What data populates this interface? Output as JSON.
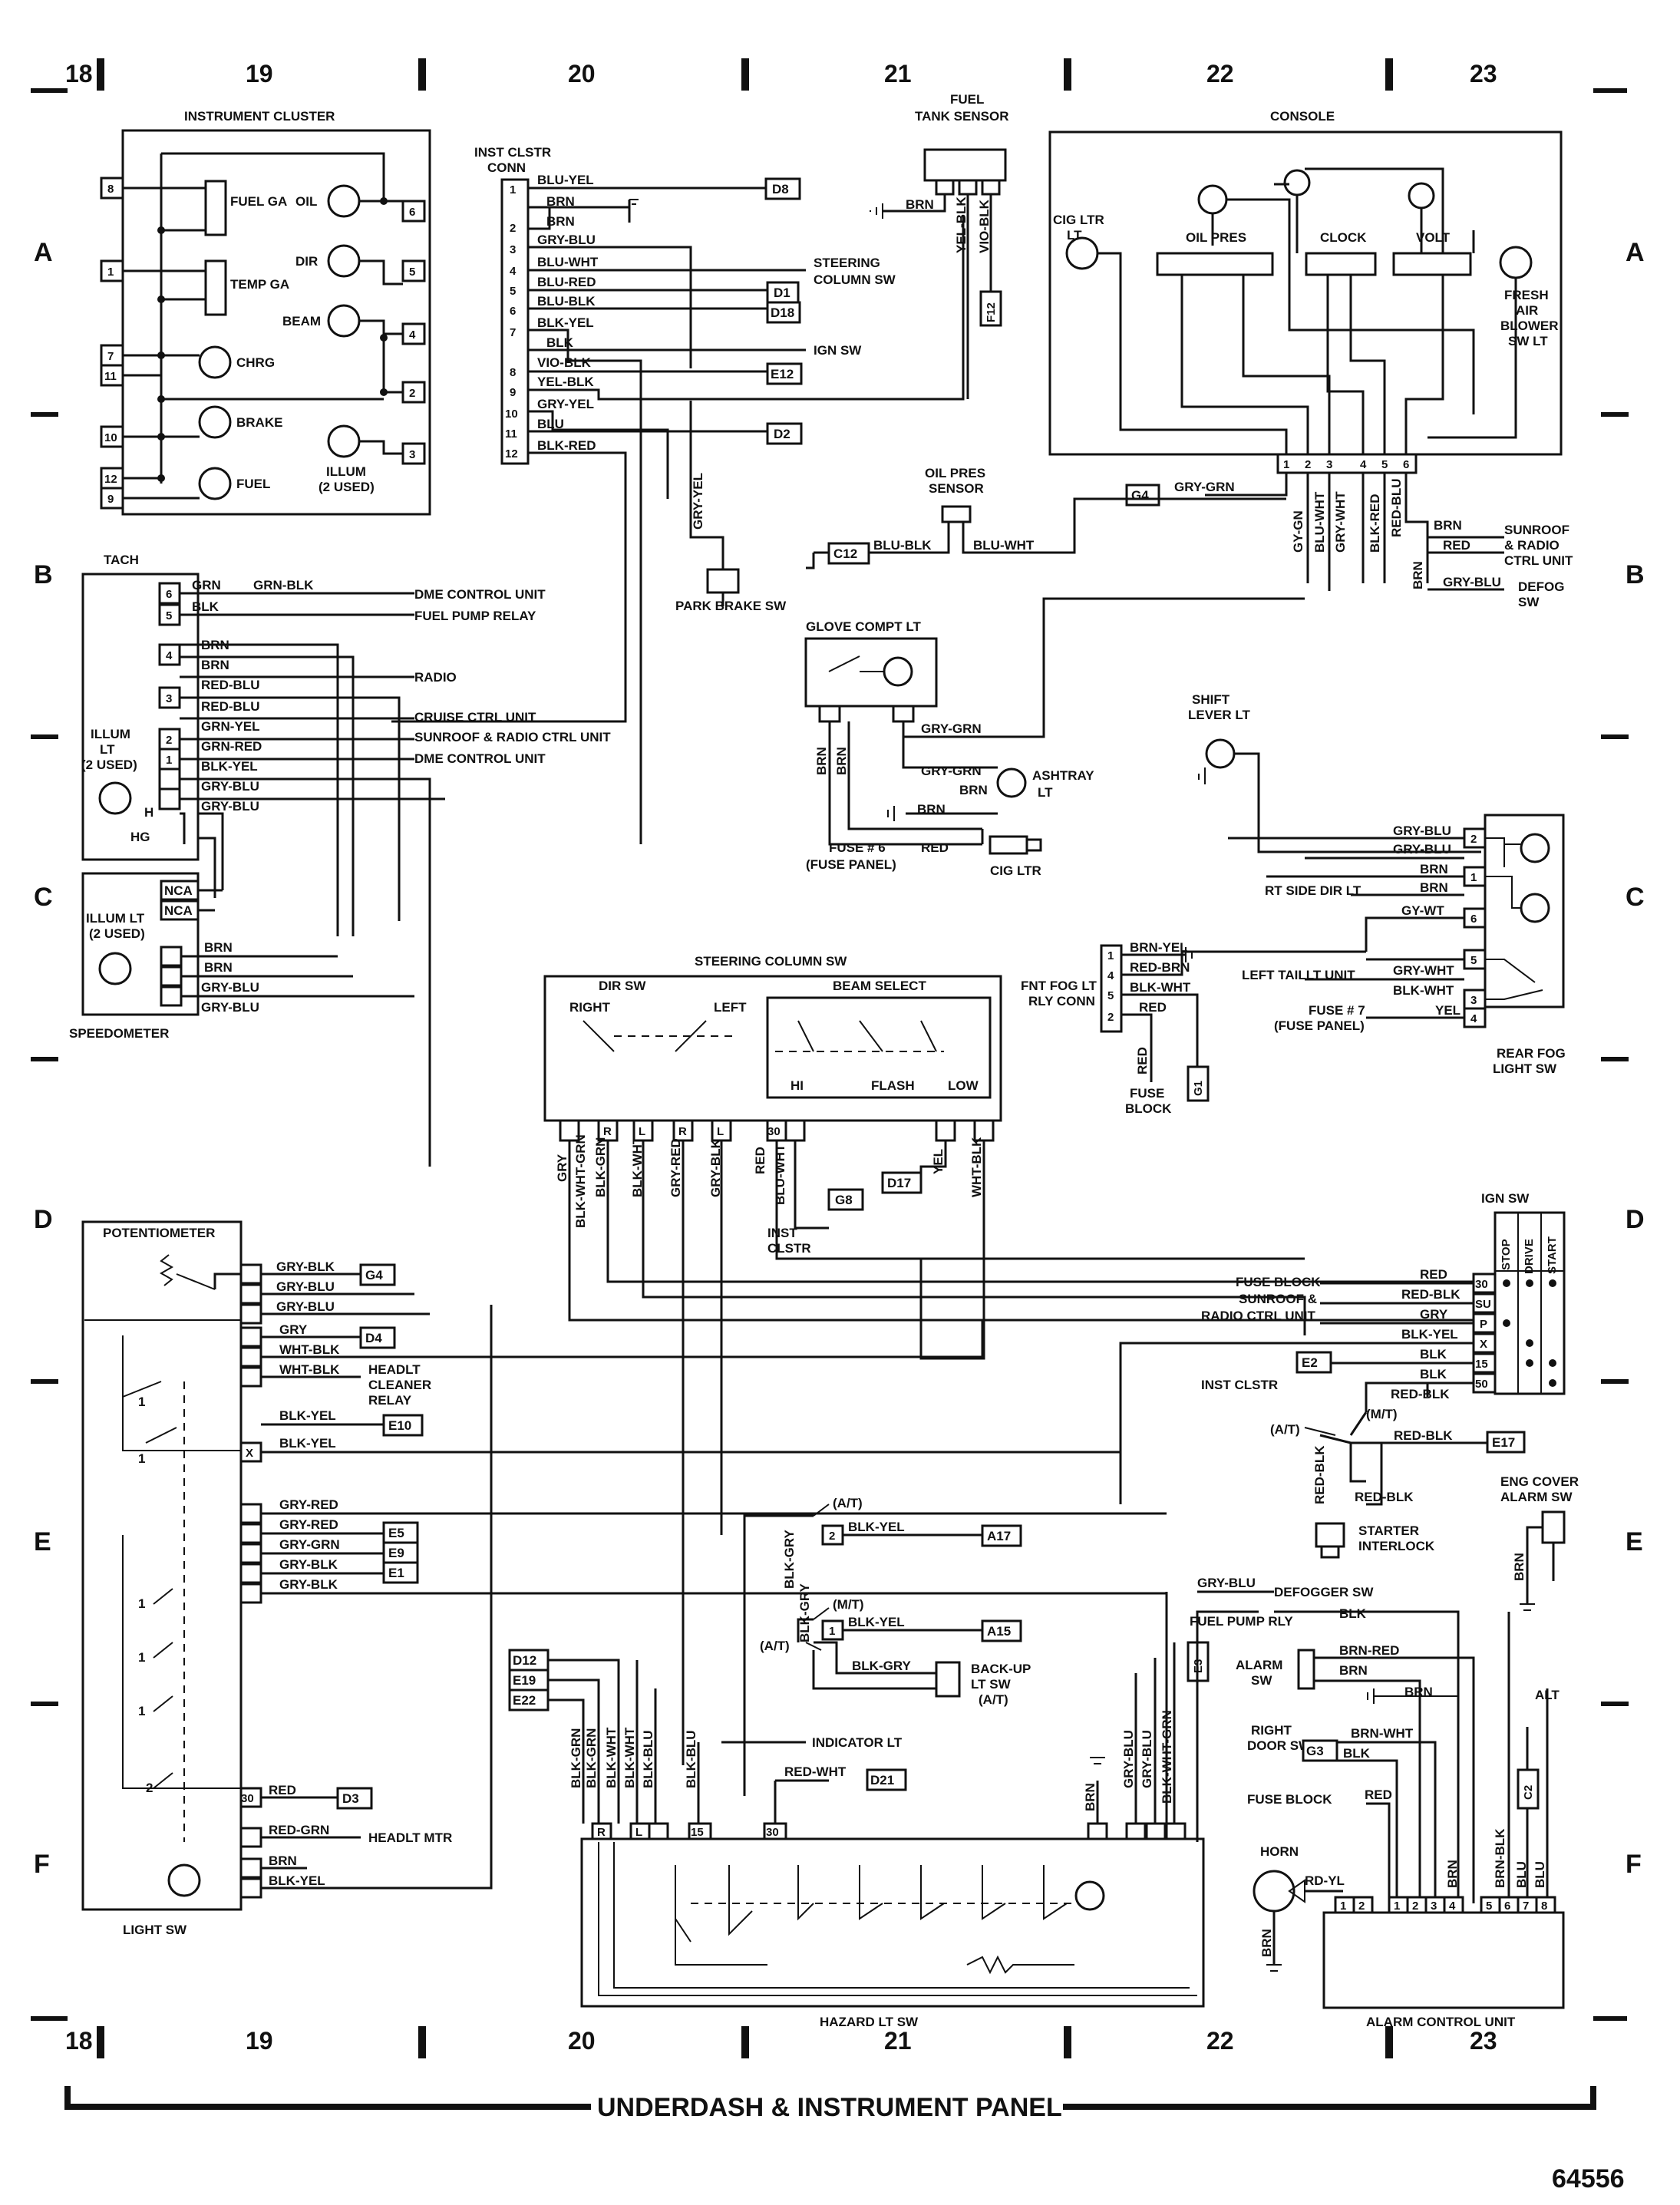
{
  "grid": {
    "columns": [
      "18",
      "19",
      "20",
      "21",
      "22",
      "23"
    ],
    "rows": [
      "A",
      "B",
      "C",
      "D",
      "E",
      "F"
    ]
  },
  "footer": {
    "title": "UNDERDASH & INSTRUMENT PANEL",
    "figure_number": "64556"
  },
  "components": {
    "instrument_cluster": {
      "title": "INSTRUMENT CLUSTER",
      "pins": [
        "8",
        "1",
        "7",
        "11",
        "10",
        "12",
        "9",
        "6",
        "5",
        "4",
        "2",
        "3"
      ],
      "items": [
        "FUEL GA",
        "TEMP GA",
        "CHRG",
        "BRAKE",
        "FUEL",
        "OIL",
        "DIR",
        "BEAM",
        "ILLUM",
        "(2 USED)"
      ]
    },
    "inst_clstr_conn": {
      "title": [
        "INST CLSTR",
        "CONN"
      ],
      "pins": [
        "1",
        "2",
        "3",
        "4",
        "5",
        "6",
        "7",
        "8",
        "9",
        "10",
        "11",
        "12"
      ],
      "wires": [
        "BLU-YEL",
        "BRN",
        "BRN",
        "GRY-BLU",
        "BLU-WHT",
        "BLU-RED",
        "BLU-BLK",
        "BLK-YEL",
        "BLK",
        "VIO-BLK",
        "YEL-BLK",
        "GRY-YEL",
        "BLU",
        "BLK-RED"
      ],
      "refs": [
        "D8",
        "D1",
        "D18",
        "E12",
        "D2"
      ],
      "destinations": [
        "STEERING",
        "COLUMN SW",
        "IGN SW"
      ]
    },
    "fuel_tank_sensor": {
      "title": [
        "FUEL",
        "TANK SENSOR"
      ],
      "wires": [
        "BRN",
        "YEL-BLK",
        "VIO-BLK"
      ],
      "ref": "F12"
    },
    "console": {
      "title": "CONSOLE",
      "items": [
        "OIL PRES",
        "CLOCK",
        "VOLT",
        "FRESH",
        "AIR",
        "BLOWER",
        "SW LT",
        "CIG LTR",
        "LT"
      ],
      "pins": [
        "1",
        "2",
        "3",
        "4",
        "5",
        "6"
      ],
      "wires": [
        "GRY-GRN",
        "GY-GN",
        "BLU-WHT",
        "GRY-WHT",
        "BLK-RED",
        "RED-BLU",
        "BRN",
        "BRN",
        "RED",
        "GRY-BLU",
        "BRN"
      ],
      "ref": "G4",
      "destinations": [
        "SUNROOF",
        "& RADIO",
        "CTRL UNIT",
        "DEFOG",
        "SW"
      ]
    },
    "oil_pres_sensor": {
      "title": [
        "OIL PRES",
        "SENSOR"
      ],
      "wires": [
        "BLU-BLK",
        "BLU-WHT"
      ],
      "ref": "C12"
    },
    "tach": {
      "title": "TACH",
      "pins": [
        "6",
        "5",
        "4",
        "3",
        "2",
        "1"
      ],
      "wires": [
        "GRN",
        "GRN-BLK",
        "BLK",
        "BRN",
        "BRN",
        "RED-BLU",
        "RED-BLU",
        "GRN-YEL",
        "GRN-RED",
        "BLK-YEL",
        "GRY-BLU",
        "GRY-BLU"
      ],
      "destinations": [
        "DME CONTROL UNIT",
        "FUEL PUMP RELAY",
        "RADIO",
        "CRUISE CTRL UNIT",
        "SUNROOF & RADIO CTRL UNIT",
        "DME CONTROL UNIT"
      ],
      "illum": [
        "ILLUM",
        "LT",
        "(2 USED)"
      ],
      "terminals": [
        "H",
        "HG"
      ]
    },
    "park_brake_sw": {
      "title": "PARK BRAKE SW",
      "wire": "GRY-YEL"
    },
    "glove_compt_lt": {
      "title": "GLOVE COMPT LT",
      "wires": [
        "GRY-GRN",
        "GRY-GRN",
        "BRN",
        "BRN",
        "BRN",
        "BRN",
        "RED"
      ],
      "ashtray": [
        "ASHTRAY",
        "LT"
      ],
      "fuse": [
        "FUSE # 6",
        "(FUSE PANEL)"
      ],
      "cig_ltr": "CIG LTR"
    },
    "speedometer": {
      "title": "SPEEDOMETER",
      "illum": [
        "ILLUM LT",
        "(2 USED)"
      ],
      "terminals": [
        "NCA",
        "NCA"
      ],
      "wires": [
        "BRN",
        "BRN",
        "GRY-BLU",
        "GRY-BLU"
      ]
    },
    "shift_lever_lt": {
      "title": [
        "SHIFT",
        "LEVER LT"
      ]
    },
    "rear_fog_light_sw": {
      "title": [
        "REAR FOG",
        "LIGHT SW"
      ],
      "pins": [
        "2",
        "1",
        "6",
        "5",
        "3",
        "4"
      ],
      "wires": [
        "GRY-BLU",
        "GRY-BLU",
        "BRN",
        "BRN",
        "GY-WT",
        "GRY-WHT",
        "BLK-WHT",
        "YEL"
      ],
      "labels": [
        "RT SIDE DIR LT",
        "LEFT TAILLT UNIT",
        "FUSE # 7",
        "(FUSE PANEL)"
      ]
    },
    "fnt_fog_lt_rly_conn": {
      "title": [
        "FNT FOG LT",
        "RLY CONN"
      ],
      "pins": [
        "1",
        "4",
        "5",
        "2"
      ],
      "wires": [
        "BRN-YEL",
        "RED-BRN",
        "BLK-WHT",
        "RED",
        "RED"
      ],
      "ref": "G1",
      "fuse": [
        "FUSE",
        "BLOCK"
      ]
    },
    "steering_column_sw": {
      "title": "STEERING COLUMN SW",
      "dir_sw": [
        "DIR SW",
        "RIGHT",
        "LEFT"
      ],
      "beam_select": [
        "BEAM SELECT",
        "HI",
        "FLASH",
        "LOW"
      ],
      "pin_letters": [
        "R",
        "L",
        "R",
        "L"
      ],
      "pin_30": "30",
      "wires": [
        "GRY",
        "BLK-WHT-GRN",
        "BLK-GRN",
        "BLK-WHT",
        "GRY-RED",
        "GRY-BLK",
        "RED",
        "BLU-WHT",
        "YEL",
        "WHT-BLK"
      ],
      "refs": [
        "G8",
        "D17"
      ],
      "inst_clstr": [
        "INST",
        "CLSTR"
      ]
    },
    "ign_sw": {
      "title": "IGN SW",
      "columns": [
        "STOP",
        "DRIVE",
        "START"
      ],
      "pins": [
        "30",
        "SU",
        "P",
        "X",
        "15",
        "50"
      ],
      "wires": [
        "RED",
        "RED-BLK",
        "GRY",
        "BLK-YEL",
        "BLK",
        "BLK",
        "RED-BLK"
      ],
      "labels": [
        "FUSE BLOCK",
        "SUNROOF &",
        "RADIO CTRL UNIT",
        "INST CLSTR"
      ],
      "ref": "E2"
    },
    "starter_interlock": {
      "title": [
        "STARTER",
        "INTERLOCK"
      ],
      "wires": [
        "RED-BLK",
        "RED-BLK",
        "RED-BLK"
      ],
      "modes": [
        "(A/T)",
        "(M/T)"
      ],
      "ref": "E17"
    },
    "eng_cover_alarm_sw": {
      "title": [
        "ENG COVER",
        "ALARM SW"
      ],
      "wire": "BRN"
    },
    "potentiometer": {
      "title": "POTENTIOMETER",
      "wires": [
        "GRY-BLK",
        "GRY-BLU",
        "GRY-BLU"
      ],
      "ref": "G4"
    },
    "light_sw": {
      "title": "LIGHT SW",
      "wires": [
        "GRY",
        "WHT-BLK",
        "WHT-BLK",
        "BLK-YEL",
        "BLK-YEL",
        "GRY-RED",
        "GRY-RED",
        "GRY-GRN",
        "GRY-BLK",
        "GRY-BLK",
        "RED",
        "RED-GRN",
        "BRN",
        "BLK-YEL"
      ],
      "refs": [
        "D4",
        "E10",
        "E5",
        "E9",
        "E1",
        "D3"
      ],
      "labels": [
        "HEADLT",
        "CLEANER",
        "RELAY",
        "HEADLT MTR"
      ],
      "pins": [
        "X",
        "30"
      ],
      "positions": [
        "1",
        "1",
        "1",
        "1",
        "1",
        "2"
      ]
    },
    "backup_lt_sw": {
      "title": [
        "BACK-UP",
        "LT SW",
        "(A/T)"
      ],
      "wires": [
        "BLK-GRY",
        "BLK-GRY",
        "BLK-YEL",
        "BLK-YEL",
        "BLK-GRY"
      ],
      "modes": [
        "(A/T)",
        "(M/T)",
        "(A/T)"
      ],
      "pins": [
        "2",
        "1"
      ],
      "refs": [
        "A17",
        "A15"
      ]
    },
    "hazard_lt_sw": {
      "title": "HAZARD LT SW",
      "pins": [
        "R",
        "L",
        "15",
        "30"
      ],
      "wires": [
        "BLK-GRN",
        "BLK-GRN",
        "BLK-WHT",
        "BLK-WHT",
        "BLK-BLU",
        "BLK-BLU",
        "RED-WHT",
        "BRN",
        "GRY-BLU",
        "GRY-BLU",
        "BLK-WHT-GRN"
      ],
      "refs": [
        "D12",
        "E19",
        "E22",
        "D21",
        "E3"
      ],
      "labels": [
        "INDICATOR LT"
      ]
    },
    "alarm_control_unit": {
      "title": "ALARM CONTROL UNIT",
      "pins": [
        "1",
        "2",
        "1",
        "2",
        "3",
        "4",
        "5",
        "6",
        "7",
        "8"
      ],
      "wires": [
        "GRY-BLU",
        "BLK",
        "BRN-RED",
        "BRN",
        "BRN",
        "BRN-WHT",
        "BLK",
        "RED",
        "BRN",
        "BRN-BLK",
        "BLU",
        "BLU",
        "RD-YL",
        "BRN"
      ],
      "labels": [
        "DEFOGGER SW",
        "FUEL PUMP RLY",
        "ALARM",
        "SW",
        "RIGHT",
        "DOOR SW",
        "FUSE BLOCK",
        "HORN",
        "ALT"
      ],
      "refs": [
        "G3",
        "C2"
      ]
    }
  }
}
